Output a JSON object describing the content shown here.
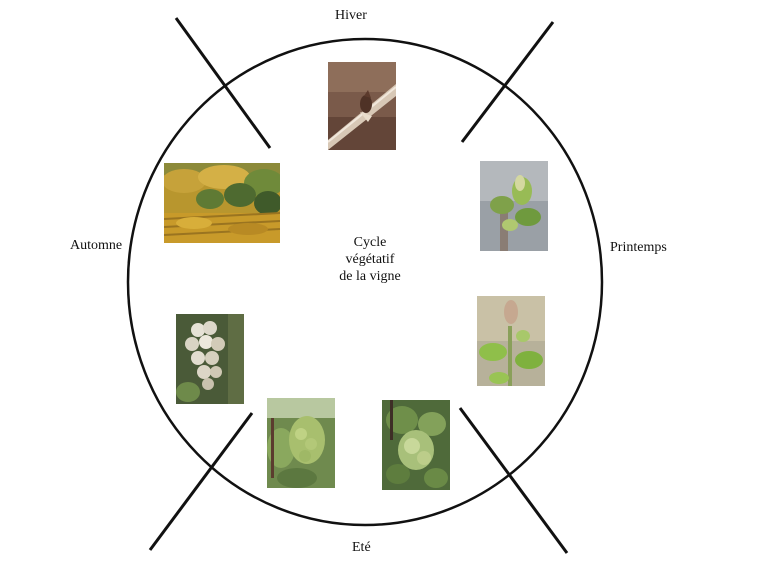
{
  "diagram": {
    "center_label": [
      "Cycle",
      "végétatif",
      "de la vigne"
    ],
    "seasons": {
      "hiver": "Hiver",
      "printemps": "Printemps",
      "ete": "Eté",
      "automne": "Automne"
    },
    "colors": {
      "line": "#111111",
      "background": "#ffffff"
    },
    "photos": [
      {
        "season": "Hiver",
        "subject": "dormant-vine-bud"
      },
      {
        "season": "Printemps",
        "subject": "budburst-leaves"
      },
      {
        "season": "Printemps",
        "subject": "young-shoot-leaves"
      },
      {
        "season": "Eté",
        "subject": "flowering-cluster"
      },
      {
        "season": "Eté",
        "subject": "green-grape-cluster"
      },
      {
        "season": "Automne",
        "subject": "ripe-white-grapes"
      },
      {
        "season": "Automne",
        "subject": "autumn-vineyard"
      }
    ]
  }
}
